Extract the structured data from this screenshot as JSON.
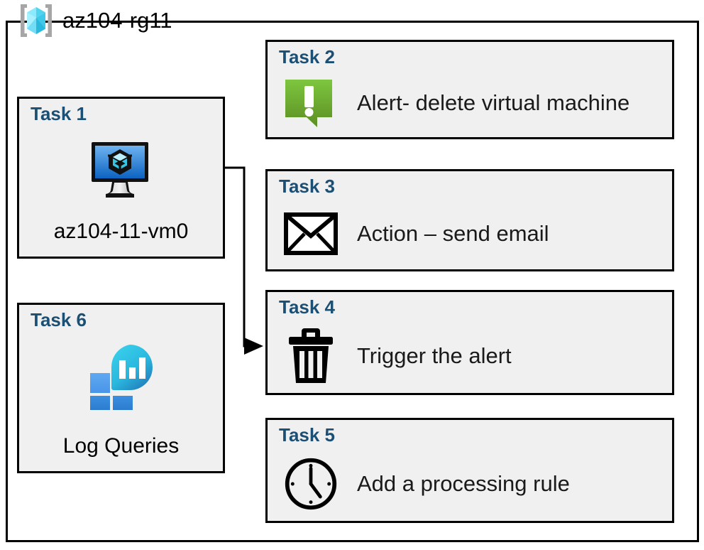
{
  "resource_group": {
    "name": "az104-rg11",
    "icon": "azure-resource-group-icon"
  },
  "colors": {
    "task_title": "#1b4f74",
    "card_background": "#f0f0f0",
    "card_border": "#000000",
    "alert_green_light": "#7dc242",
    "alert_green_dark": "#5d8f24",
    "vm_blue_light": "#5ea7ec",
    "vm_blue_dark": "#0f67c4",
    "log_cyan": "#32c8e6",
    "log_blue": "#2f7fd1",
    "rg_cube_cyan": "#6ee4fb"
  },
  "left_column": [
    {
      "title": "Task 1",
      "icon": "virtual-machine-icon",
      "caption": "az104-11-vm0"
    },
    {
      "title": "Task 6",
      "icon": "log-analytics-icon",
      "caption": "Log Queries"
    }
  ],
  "right_column": [
    {
      "title": "Task 2",
      "icon": "alert-exclamation-icon",
      "label": "Alert- delete virtual machine"
    },
    {
      "title": "Task 3",
      "icon": "envelope-icon",
      "label": "Action – send email"
    },
    {
      "title": "Task 4",
      "icon": "trash-delete-icon",
      "label": "Trigger the alert"
    },
    {
      "title": "Task 5",
      "icon": "clock-icon",
      "label": "Add a processing rule"
    }
  ],
  "connector": {
    "name": "vm-to-trigger-alert-connector",
    "from": "Task 1",
    "to": "Task 4",
    "arrowhead": "right"
  }
}
